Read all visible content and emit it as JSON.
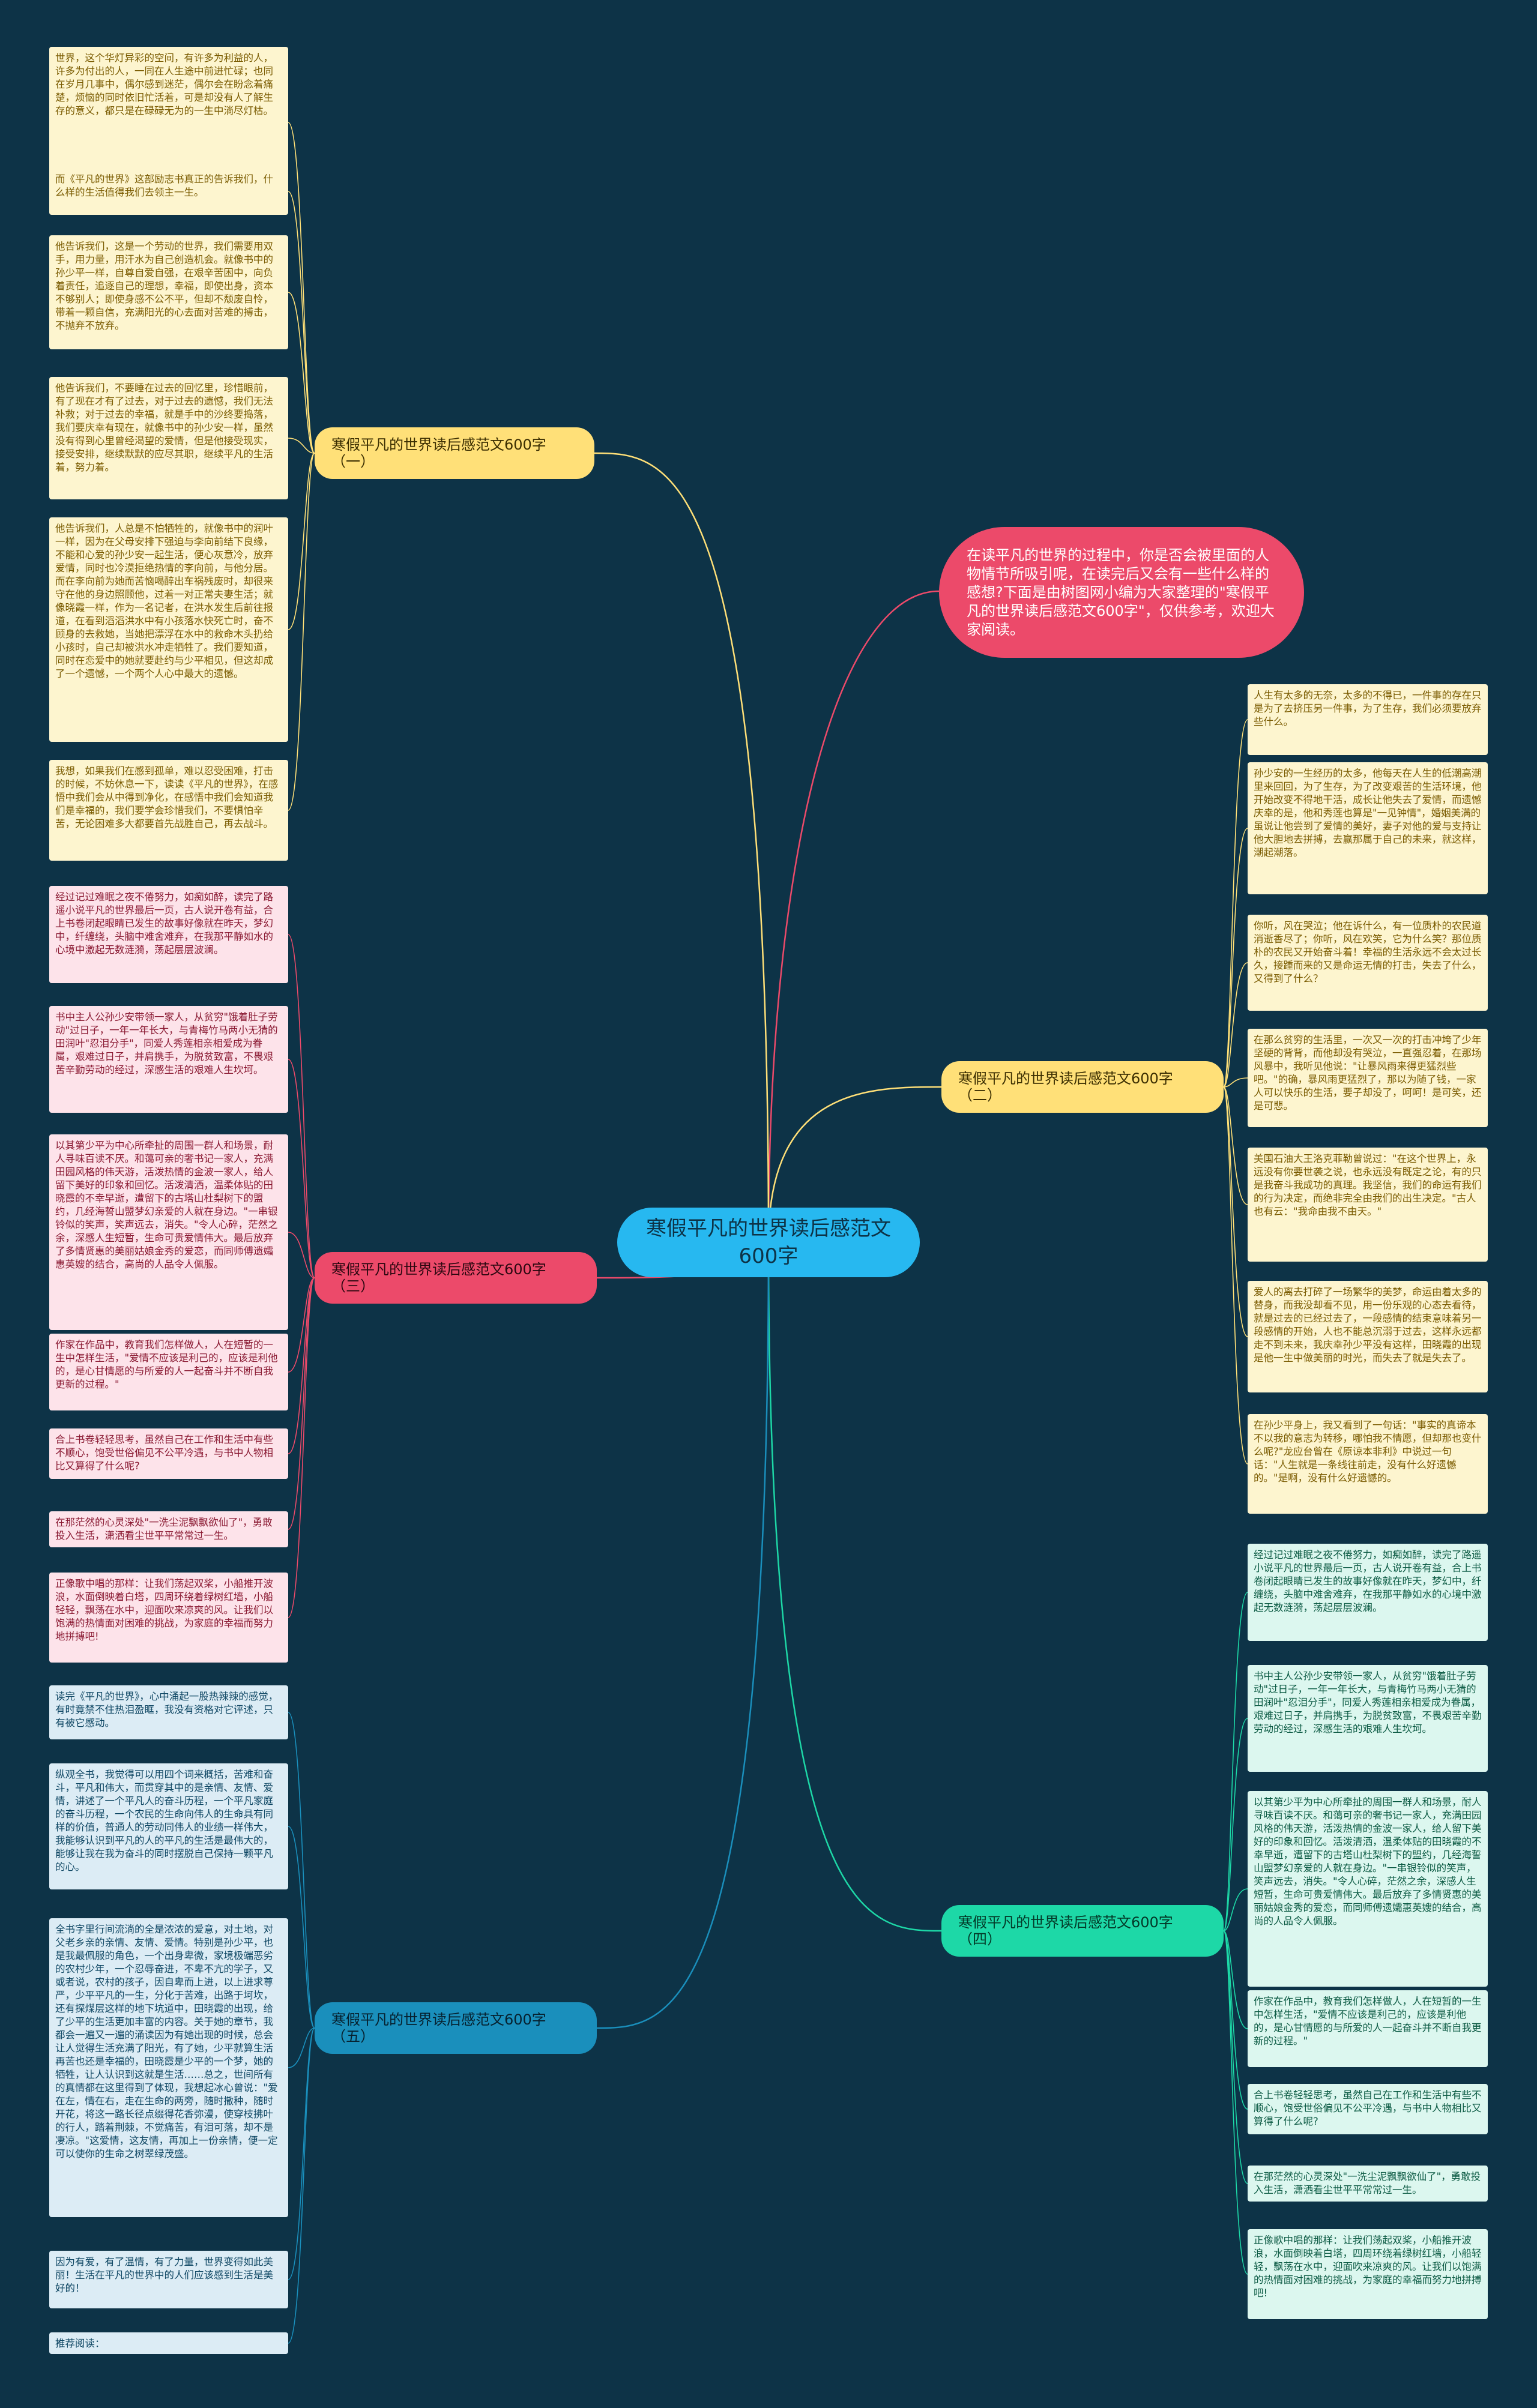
{
  "center": {
    "title": "寒假平凡的世界读后感范文600字"
  },
  "intro": {
    "text": "在读平凡的世界的过程中，你是否会被里面的人物情节所吸引呢，在读完后又会有一些什么样的感想?下面是由树图网小编为大家整理的\"寒假平凡的世界读后感范文600字\"，仅供参考，欢迎大家阅读。"
  },
  "colors": {
    "background": "#0d3347",
    "center": "#27b8f0",
    "intro": "#ec4a6a",
    "branch1": "#ffe078",
    "branch2": "#ffe078",
    "branch3": "#ec4a6a",
    "branch4": "#1dd8a7",
    "branch5": "#1a8fbc"
  },
  "branches": [
    {
      "label": "寒假平凡的世界读后感范文600字（一）",
      "leaves": [
        "世界，这个华灯异彩的空间，有许多为利益的人，许多为付出的人，一同在人生途中前进忙碌；也同在岁月几事中，偶尔感到迷茫，偶尔会在盼念着痛楚，烦恼的同时依旧忙活着，可是却没有人了解生存的意义，都只是在碌碌无为的一生中淌尽灯枯。",
        "而《平凡的世界》这部励志书真正的告诉我们，什么样的生活值得我们去领主一生。",
        "他告诉我们，这是一个劳动的世界，我们需要用双手，用力量，用汗水为自己创造机会。就像书中的孙少平一样，自尊自爱自强，在艰辛苦困中，向负着责任，追逐自己的理想，幸福，即使出身，资本不够别人；即使身感不公不平，但却不颓废自怜，带着一颗自信，充满阳光的心去面对苦难的搏击，不抛弃不放弃。",
        "他告诉我们，不要睡在过去的回忆里，珍惜眼前，有了现在才有了过去，对于过去的遗憾，我们无法补救；对于过去的幸福，就是手中的沙终要捣落，我们要庆幸有现在，就像书中的孙少安一样，虽然没有得到心里曾经渴望的爱情，但是他接受现实，接受安排，继续默默的应尽其职，继续平凡的生活着，努力着。",
        "他告诉我们，人总是不怕牺牲的，就像书中的润叶一样，因为在父母安排下强迫与李向前结下良缘，不能和心爱的孙少安一起生活，便心灰意冷，放弃爱情，同时也冷漠拒绝热情的李向前，与他分居。而在李向前为她而苦恼喝醉出车祸残废时，却很来守在他的身边照顾他，过着一对正常夫妻生活；就像晓霞一样，作为一名记者，在洪水发生后前往报道，在看到滔滔洪水中有小孩落水快死亡时，奋不顾身的去救她，当她把漂浮在水中的救命木头扔给小孩时，自己却被洪水冲走牺牲了。我们要知道，同时在恋爱中的她就要赴约与少平相见，但这却成了一个遗憾，一个两个人心中最大的遗憾。",
        "我想，如果我们在感到孤单，难以忍受困难，打击的时候，不妨休息一下，读读《平凡的世界》，在感悟中我们会从中得到净化，在感悟中我们会知道我们是幸福的，我们要学会珍惜我们，不要惧怕辛苦，无论困难多大都要首先战胜自己，再去战斗。"
      ]
    },
    {
      "label": "寒假平凡的世界读后感范文600字（二）",
      "leaves": [
        "人生有太多的无奈，太多的不得已，一件事的存在只是为了去挤压另一件事，为了生存，我们必须要放弃些什么。",
        "孙少安的一生经历的太多，他每天在人生的低潮高潮里来回回，为了生存，为了改变艰苦的生活环境，他开始改变不得地干活，成长让他失去了爱情，而遗憾庆幸的是，他和秀莲也算是\"一见钟情\"，婚姻美满的虽说让他尝到了爱情的美好，妻子对他的爱与支持让他大胆地去拼搏，去赢那属于自己的未来，就这样，潮起潮落。",
        "你听，风在哭泣；他在诉什么，有一位质朴的农民道消逝香尽了；你听，风在欢笑，它为什么笑？那位质朴的农民又开始奋斗着！幸福的生活永远不会太过长久，接踵而来的又是命运无情的打击，失去了什么，又得到了什么？",
        "在那么贫穷的生活里，一次又一次的打击冲垮了少年坚硬的背背，而他却没有哭泣，一直强忍着，在那场风暴中，我听见他说：\"让暴风雨来得更猛烈些吧。\"的确，暴风雨更猛烈了，那以为随了钱，一家人可以快乐的生活，要子却没了，呵呵！是可笑，还是可悲。",
        "美国石油大王洛克菲勒曾说过：\"在这个世界上，永远没有你要世袭之说，也永远没有既定之论，有的只是我奋斗我成功的真理。我坚信，我们的命运有我们的行为决定，而绝非完全由我们的出生决定。\"古人也有云：\"我命由我不由天。\"",
        "爱人的离去打碎了一场繁华的美梦，命运由着太多的替身，而我没却看不见，用一份乐观的心态去看待，就是过去的已经过去了，一段感情的结束意味着另一段感情的开始，人也不能总沉溺于过去，这样永远都走不到未来，我庆幸孙少平没有这样，田晓霞的出现是他一生中做美丽的时光，而失去了就是失去了。",
        "在孙少平身上，我又看到了一句话：\"事实的真谛本不以我的意志为转移，哪怕我不情愿，但却那也变什么呢?\"龙应台曾在《原谅本非利》中说过一句话：\"人生就是一条线往前走，没有什么好遗憾的。\"是啊，没有什么好遗憾的。"
      ]
    },
    {
      "label": "寒假平凡的世界读后感范文600字（三）",
      "leaves": [
        "经过记过难眠之夜不倦努力，如痴如醉，读完了路遥小说平凡的世界最后一页，古人说开卷有益，合上书卷闭起眼睛已发生的故事好像就在昨天，梦幻中，纤缠绕，头脑中难舍难弃，在我那平静如水的心境中激起无数涟漪，荡起层层波澜。",
        "书中主人公孙少安带领一家人，从贫穷\"饿着肚子劳动\"过日子，一年一年长大，与青梅竹马两小无猜的田润叶\"忍泪分手\"，同爱人秀莲相亲相爱成为眷属，艰难过日子，并肩携手，为脱贫致富，不畏艰苦辛勤劳动的经过，深感生活的艰难人生坎坷。",
        "以其第少平为中心所牵扯的周围一群人和场景，耐人寻味百读不厌。和蔼可亲的奢书记一家人，充满田园风格的伟天游，活泼热情的金波一家人，给人留下美好的印象和回忆。活泼清洒，温柔体贴的田晓霞的不幸早逝，遭留下的古塔山杜梨树下的盟约，几经海誓山盟梦幻亲爱的人就在身边。\"一串银铃似的笑声，笑声远去，消失。\"令人心碎，茫然之余，深感人生短暂，生命可贵爱情伟大。最后放弃了多情贤惠的美丽姑娘金秀的爱恋，而同师傅遗孀惠英嫂的结合，高尚的人品令人佩服。",
        "作家在作品中，教育我们怎样做人，人在短暂的一生中怎样生活，\"爱情不应该是利己的，应该是利他的，是心甘情愿的与所爱的人一起奋斗并不断自我更新的过程。\"",
        "合上书卷轻轻思考，虽然自己在工作和生活中有些不顺心，饱受世俗偏见不公平冷遇，与书中人物相比又算得了什么呢?",
        "在那茫然的心灵深处\"一洗尘泥飘飘欲仙了\"，勇敢投入生活，潇洒看尘世平平常常过一生。",
        "正像歌中唱的那样：让我们荡起双桨，小船推开波浪，水面倒映着白塔，四周环绕着绿树红墙，小船轻轻，飘荡在水中，迎面吹来凉爽的风。让我们以饱满的热情面对困难的挑战，为家庭的幸福而努力地拼搏吧!"
      ]
    },
    {
      "label": "寒假平凡的世界读后感范文600字（四）",
      "leaves": [
        "经过记过难眠之夜不倦努力，如痴如醉，读完了路遥小说平凡的世界最后一页，古人说开卷有益，合上书卷闭起眼睛已发生的故事好像就在昨天，梦幻中，纤缠绕，头脑中难舍难弃，在我那平静如水的心境中激起无数涟漪，荡起层层波澜。",
        "书中主人公孙少安带领一家人，从贫穷\"饿着肚子劳动\"过日子，一年一年长大，与青梅竹马两小无猜的田润叶\"忍泪分手\"，同爱人秀莲相亲相爱成为眷属，艰难过日子，并肩携手，为脱贫致富，不畏艰苦辛勤劳动的经过，深感生活的艰难人生坎坷。",
        "以其第少平为中心所牵扯的周围一群人和场景，耐人寻味百读不厌。和蔼可亲的奢书记一家人，充满田园风格的伟天游，活泼热情的金波一家人，给人留下美好的印象和回忆。活泼清洒，温柔体贴的田晓霞的不幸早逝，遭留下的古塔山杜梨树下的盟约，几经海誓山盟梦幻亲爱的人就在身边。\"一串银铃似的笑声，笑声远去，消失。\"令人心碎，茫然之余，深感人生短暂，生命可贵爱情伟大。最后放弃了多情贤惠的美丽姑娘金秀的爱恋，而同师傅遗孀惠英嫂的结合，高尚的人品令人佩服。",
        "作家在作品中，教育我们怎样做人，人在短暂的一生中怎样生活，\"爱情不应该是利己的，应该是利他的，是心甘情愿的与所爱的人一起奋斗并不断自我更新的过程。\"",
        "合上书卷轻轻思考，虽然自己在工作和生活中有些不顺心，饱受世俗偏见不公平冷遇，与书中人物相比又算得了什么呢?",
        "在那茫然的心灵深处\"一洗尘泥飘飘欲仙了\"，勇敢投入生活，潇洒看尘世平平常常过一生。",
        "正像歌中唱的那样：让我们荡起双桨，小船推开波浪，水面倒映着白塔，四周环绕着绿树红墙，小船轻轻，飘荡在水中，迎面吹来凉爽的风。让我们以饱满的热情面对困难的挑战，为家庭的幸福而努力地拼搏吧!"
      ]
    },
    {
      "label": "寒假平凡的世界读后感范文600字（五）",
      "leaves": [
        "读完《平凡的世界》，心中涌起一股热辣辣的感觉，有时竟禁不住热泪盈眶，我没有资格对它评述，只有被它感动。",
        "纵观全书，我觉得可以用四个词来概括，苦难和奋斗，平凡和伟大，而贯穿其中的是亲情、友情、爱情，讲述了一个平凡人的奋斗历程，一个平凡家庭的奋斗历程，一个农民的生命向伟人的生命具有同样的价值，普通人的劳动同伟人的业绩一样伟大，我能够认识到平凡的人的平凡的生活是最伟大的，能够让我在我为奋斗的同时摆脱自己保持一颗平凡的心。",
        "全书字里行间流淌的全是浓浓的爱意，对土地，对父老乡亲的亲情、友情、爱情。特别是孙少平，也是我最佩服的角色，一个出身卑微，家境极端恶劣的农村少年，一个忍辱奋进，不卑不亢的学子，又或者说，农村的孩子，因自卑而上进，以上进求尊严，少平平凡的一生，分化于苦难，出路于坷坎，还有探煤层这样的地下坑道中，田晓霞的出现，给了少平的生活更加丰富的内容。关于她的章节，我都会一遍又一遍的涌读因为有她出现的时候，总会让人觉得生活充满了阳光，有了她，少平就算生活再苦也还是幸福的，田晓霞是少平的一个梦，她的牺牲，让人认识到这就是生活……总之，世间所有的真情都在这里得到了体现，我想起冰心曾说：\"爱在左，情在右，走在生命的两旁，随时撒种，随时开花，将这一路长径点缀得花香弥漫，使穿枝拂叶的行人，踏着荆棘，不觉痛苦，有泪可落，却不是凄凉。\"这爱情，这友情，再加上一份亲情，便一定可以使你的生命之树翠绿茂盛。",
        "因为有爱，有了温情，有了力量，世界变得如此美丽！生活在平凡的世界中的人们应该感到生活是美好的！",
        "推荐阅读："
      ]
    }
  ]
}
